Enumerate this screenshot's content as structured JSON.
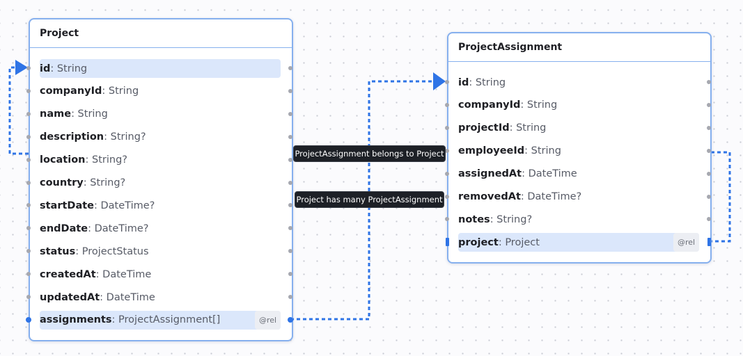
{
  "nodes": {
    "project": {
      "title": "Project",
      "fields": [
        {
          "name": "id",
          "type": ": String"
        },
        {
          "name": "companyId",
          "type": ": String"
        },
        {
          "name": "name",
          "type": ": String"
        },
        {
          "name": "description",
          "type": ": String?"
        },
        {
          "name": "location",
          "type": ": String?"
        },
        {
          "name": "country",
          "type": ": String?"
        },
        {
          "name": "startDate",
          "type": ": DateTime?"
        },
        {
          "name": "endDate",
          "type": ": DateTime?"
        },
        {
          "name": "status",
          "type": ": ProjectStatus"
        },
        {
          "name": "createdAt",
          "type": ": DateTime"
        },
        {
          "name": "updatedAt",
          "type": ": DateTime"
        },
        {
          "name": "assignments",
          "type": ": ProjectAssignment[]",
          "badge": "@rel"
        }
      ]
    },
    "projectAssignment": {
      "title": "ProjectAssignment",
      "fields": [
        {
          "name": "id",
          "type": ": String"
        },
        {
          "name": "companyId",
          "type": ": String"
        },
        {
          "name": "projectId",
          "type": ": String"
        },
        {
          "name": "employeeId",
          "type": ": String"
        },
        {
          "name": "assignedAt",
          "type": ": DateTime"
        },
        {
          "name": "removedAt",
          "type": ": DateTime?"
        },
        {
          "name": "notes",
          "type": ": String?"
        },
        {
          "name": "project",
          "type": ": Project",
          "badge": "@rel"
        }
      ]
    }
  },
  "edges": {
    "belongs_to": "ProjectAssignment belongs to Project",
    "has_many": "Project has many ProjectAssignment"
  },
  "colors": {
    "accent": "#2f74e6",
    "node_border": "#86b0ee",
    "highlight": "#dbe7fb",
    "label_bg": "#1d2026"
  }
}
